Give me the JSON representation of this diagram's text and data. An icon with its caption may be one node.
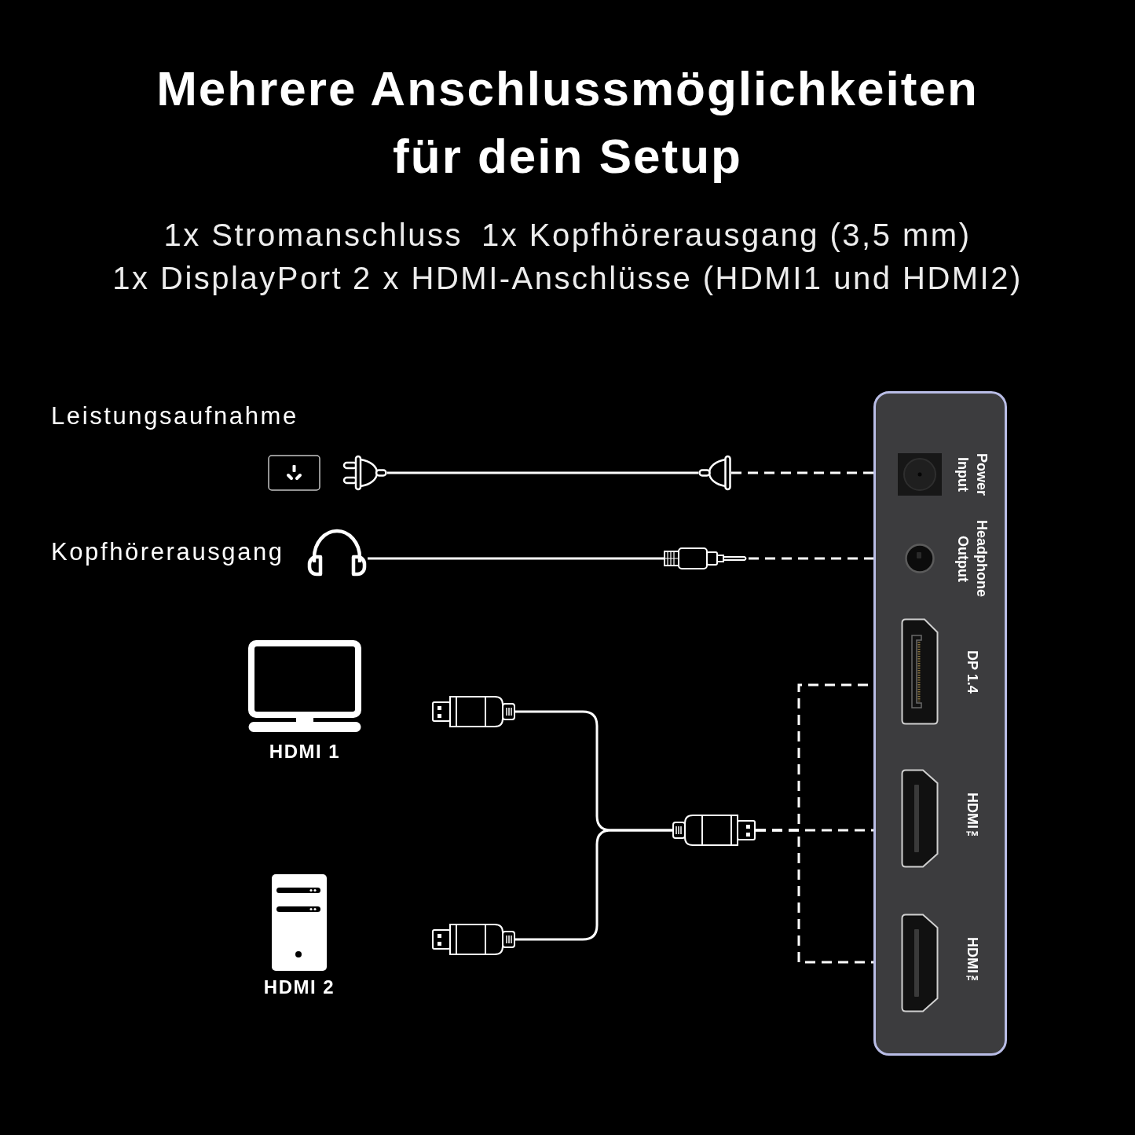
{
  "diagram": {
    "title": "Mehrere Anschlussmöglichkeiten für dein Setup",
    "nodes": [
      {
        "text": [],
        "shape": "picture",
        "beside": [
          "Leistungsaufnahme"
        ]
      },
      {
        "text": [],
        "shape": "picture"
      },
      {
        "text": [],
        "shape": "picture"
      },
      {
        "text": [],
        "shape": "picture",
        "beside": [
          "Kopfhörerausgang"
        ]
      },
      {
        "text": [],
        "shape": "picture"
      },
      {
        "text": [],
        "shape": "picture"
      },
      {
        "text": [],
        "shape": "picture"
      },
      {
        "text": [],
        "shape": "picture"
      },
      {
        "text": [],
        "shape": "box"
      },
      {
        "text": [
          "Power Input"
        ],
        "in": 8
      },
      {
        "text": [
          "Headphone Output"
        ],
        "in": 8
      },
      {
        "text": [
          "DP 1.4"
        ],
        "in": 8
      },
      {
        "text": [
          "HDMI™"
        ],
        "in": 8
      },
      {
        "text": [
          "HDMI™"
        ],
        "in": 8
      }
    ],
    "edges": [
      {
        "from": 1,
        "to": 2,
        "arrow": "none"
      },
      {
        "from": 2,
        "to": 9,
        "arrow": "none",
        "style": "dashed"
      },
      {
        "from": 3,
        "to": 4,
        "arrow": "none"
      },
      {
        "from": 4,
        "to": 10,
        "arrow": "none",
        "style": "dashed"
      },
      {
        "from": 5,
        "to": 7,
        "arrow": "none"
      },
      {
        "from": 6,
        "to": 7,
        "arrow": "none"
      },
      {
        "from": 7,
        "to": 11,
        "arrow": "none",
        "style": "dashed"
      },
      {
        "from": 7,
        "to": 12,
        "arrow": "none",
        "style": "dashed"
      },
      {
        "from": 7,
        "to": 13,
        "arrow": "none",
        "style": "dashed"
      }
    ],
    "labels": [
      "1x Stromanschluss",
      "1x Kopfhörerausgang (3,5 mm)",
      "1x DisplayPort",
      "2 x HDMI-Anschlüsse (HDMI1 und HDMI2)",
      "HDMI 1",
      "HDMI 2"
    ]
  }
}
